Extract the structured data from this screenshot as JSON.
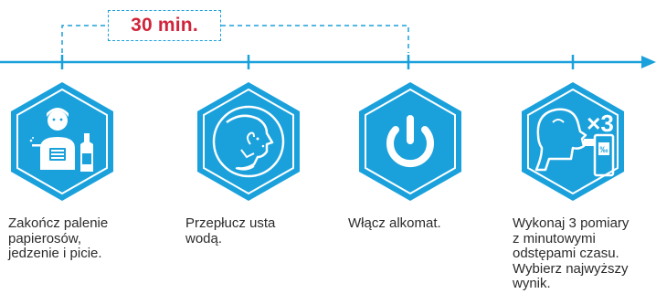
{
  "interval_badge": {
    "label": "30 min."
  },
  "colors": {
    "accent": "#1aa1dc",
    "hex_fill": "#1aa1dc",
    "highlight": "#d0243a"
  },
  "steps": [
    {
      "icon": "person-cigarette-bottle-icon",
      "caption": "Zakończ palenie\npapierosów,\njedzenie i picie."
    },
    {
      "icon": "mouth-rinse-icon",
      "caption": "Przepłucz usta\nwodą."
    },
    {
      "icon": "power-button-icon",
      "caption": "Włącz alkomat."
    },
    {
      "icon": "breathalyzer-x3-icon",
      "badge_text": "×3",
      "unit_text": "‰",
      "caption": "Wykonaj 3 pomiary\nz minutowymi\nodstępami czasu.\nWybierz najwyższy\nwynik."
    }
  ]
}
